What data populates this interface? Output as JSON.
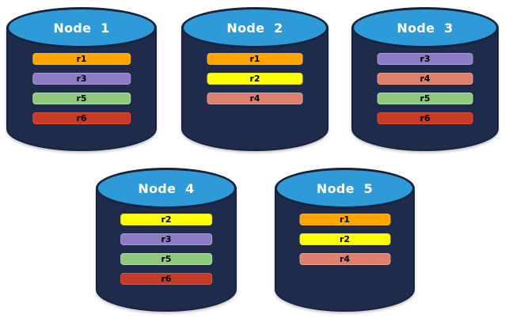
{
  "page": {
    "background": "#FFFFFF"
  },
  "diagram": {
    "type": "database-node-replica-diagram",
    "styles": {
      "cylinder_body": "#1F2B4B",
      "cylinder_top": "#2E9BD8",
      "cylinder_outline": "#16233E",
      "title_color": "#FFFFFF",
      "bar_text_color": "#000000"
    },
    "nodes": [
      {
        "title": "Node 1",
        "replicas": [
          {
            "label": "r1",
            "fill": "#FFA500",
            "border": "#F9B02E"
          },
          {
            "label": "r3",
            "fill": "#8B7CC5",
            "border": "#A89CD8"
          },
          {
            "label": "r5",
            "fill": "#8FC97E",
            "border": "#B2DCA2"
          },
          {
            "label": "r6",
            "fill": "#C53B28",
            "border": "#E94F2E"
          }
        ]
      },
      {
        "title": "Node 2",
        "replicas": [
          {
            "label": "r1",
            "fill": "#FFA500",
            "border": "#F9B02E"
          },
          {
            "label": "r2",
            "fill": "#FFFF00",
            "border": "#E9E52F"
          },
          {
            "label": "r4",
            "fill": "#DF7F6E",
            "border": "#ECA191"
          }
        ]
      },
      {
        "title": "Node 3",
        "replicas": [
          {
            "label": "r3",
            "fill": "#8B7CC5",
            "border": "#A89CD8"
          },
          {
            "label": "r4",
            "fill": "#DF7F6E",
            "border": "#ECA191"
          },
          {
            "label": "r5",
            "fill": "#8FC97E",
            "border": "#B2DCA2"
          },
          {
            "label": "r6",
            "fill": "#C53B28",
            "border": "#E94F2E"
          }
        ]
      },
      {
        "title": "Node 4",
        "replicas": [
          {
            "label": "r2",
            "fill": "#FFFF00",
            "border": "#E9E52F"
          },
          {
            "label": "r3",
            "fill": "#8B7CC5",
            "border": "#A89CD8"
          },
          {
            "label": "r5",
            "fill": "#8FC97E",
            "border": "#B2DCA2"
          },
          {
            "label": "r6",
            "fill": "#C53B28",
            "border": "#E94F2E"
          }
        ]
      },
      {
        "title": "Node 5",
        "replicas": [
          {
            "label": "r1",
            "fill": "#FFA500",
            "border": "#F9B02E"
          },
          {
            "label": "r2",
            "fill": "#FFFF00",
            "border": "#E9E52F"
          },
          {
            "label": "r4",
            "fill": "#DF7F6E",
            "border": "#ECA191"
          }
        ]
      }
    ]
  }
}
